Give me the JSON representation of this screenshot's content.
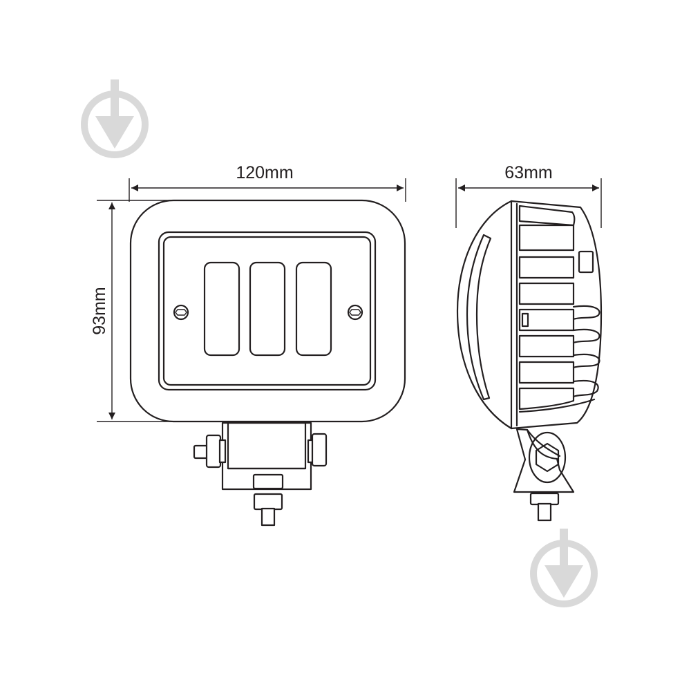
{
  "dimensions": {
    "width_label": "120mm",
    "height_label": "93mm",
    "depth_label": "63mm"
  },
  "views": {
    "front": {
      "led_segments": 3
    },
    "side": {
      "cooling_fins": 8
    }
  },
  "colors": {
    "line": "#231f20",
    "watermark": "#d9d9d9"
  },
  "icons": {
    "watermark": "download-arrow-icon"
  }
}
